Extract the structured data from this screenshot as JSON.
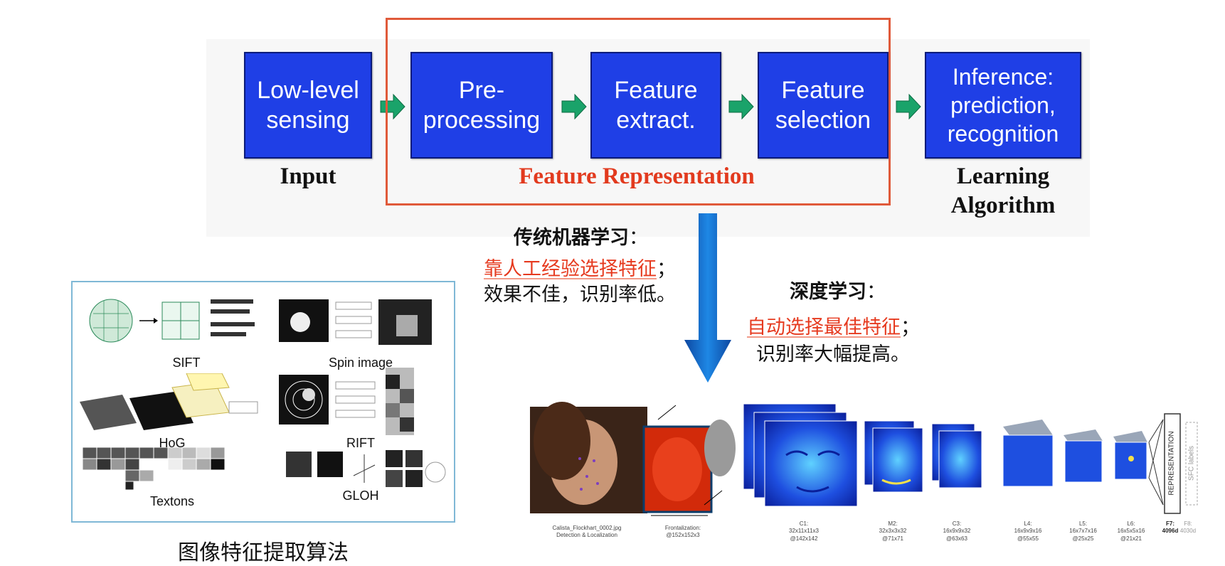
{
  "pipeline": {
    "stages": [
      {
        "id": "low-level-sensing",
        "label": "Low-level\nsensing"
      },
      {
        "id": "pre-processing",
        "label": "Pre-\nprocessing"
      },
      {
        "id": "feature-extract",
        "label": "Feature\nextract."
      },
      {
        "id": "feature-selection",
        "label": "Feature\nselection"
      },
      {
        "id": "inference",
        "label": "Inference:\nprediction,\nrecognition"
      }
    ],
    "captions": {
      "input": "Input",
      "feature_representation": "Feature Representation",
      "learning_algorithm": "Learning\nAlgorithm"
    },
    "colors": {
      "stage_fill": "#1f3fe6",
      "arrow": "#1aa36a",
      "frame": "#e05a3a",
      "highlight": "#e63a1f",
      "down_arrow": "#1565c0"
    }
  },
  "traditional": {
    "title": "传统机器学习",
    "colon": "：",
    "highlight": "靠人工经验选择特征",
    "highlight_tail": "；",
    "line2": "效果不佳，识别率低。"
  },
  "deep": {
    "title": "深度学习",
    "colon": "：",
    "highlight": "自动选择最佳特征",
    "highlight_tail": "；",
    "line2": "识别率大幅提高。"
  },
  "algorithms": {
    "items": [
      "SIFT",
      "Spin image",
      "HoG",
      "RIFT",
      "Textons",
      "GLOH"
    ],
    "caption": "图像特征提取算法"
  },
  "cnn": {
    "input_caption": "Calista_Flockhart_0002.jpg\nDetection & Localization",
    "frontalization": "Frontalization:\n@152x152x3",
    "layers": [
      {
        "name": "C1:",
        "dims": "32x11x11x3\n@142x142"
      },
      {
        "name": "M2:",
        "dims": "32x3x3x32\n@71x71"
      },
      {
        "name": "C3:",
        "dims": "16x9x9x32\n@63x63"
      },
      {
        "name": "L4:",
        "dims": "16x9x9x16\n@55x55"
      },
      {
        "name": "L5:",
        "dims": "16x7x7x16\n@25x25"
      },
      {
        "name": "L6:",
        "dims": "16x5x5x16\n@21x21"
      },
      {
        "name": "F7:",
        "dims": "4096d"
      },
      {
        "name": "F8:",
        "dims": "4030d"
      }
    ],
    "representation": "REPRESENTATION",
    "sfc_labels": "SFC labels"
  }
}
